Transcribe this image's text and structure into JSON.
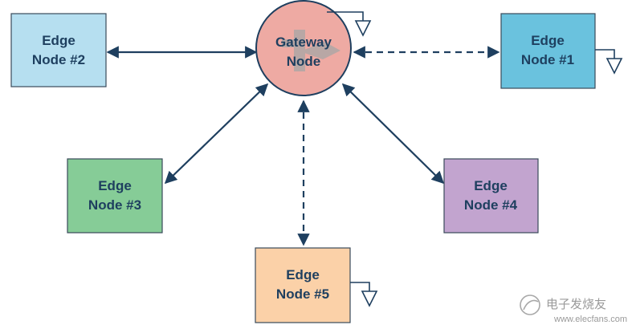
{
  "gateway": {
    "line1": "Gateway",
    "line2": "Node",
    "fill": "#eeaaa3"
  },
  "nodes": {
    "n1": {
      "line1": "Edge",
      "line2": "Node #1",
      "fill": "#6ac2de"
    },
    "n2": {
      "line1": "Edge",
      "line2": "Node #2",
      "fill": "#b6dff0"
    },
    "n3": {
      "line1": "Edge",
      "line2": "Node #3",
      "fill": "#86cc97"
    },
    "n4": {
      "line1": "Edge",
      "line2": "Node #4",
      "fill": "#c2a4cf"
    },
    "n5": {
      "line1": "Edge",
      "line2": "Node #5",
      "fill": "#fbd1a8"
    }
  },
  "links": {
    "n1": {
      "style": "dashed"
    },
    "n2": {
      "style": "solid"
    },
    "n3": {
      "style": "solid"
    },
    "n4": {
      "style": "solid"
    },
    "n5": {
      "style": "dashed"
    }
  },
  "watermark": {
    "text": "电子发烧友",
    "url": "www.elecfans.com"
  },
  "colors": {
    "line": "#1e3f5f",
    "text": "#1e3f5f"
  }
}
